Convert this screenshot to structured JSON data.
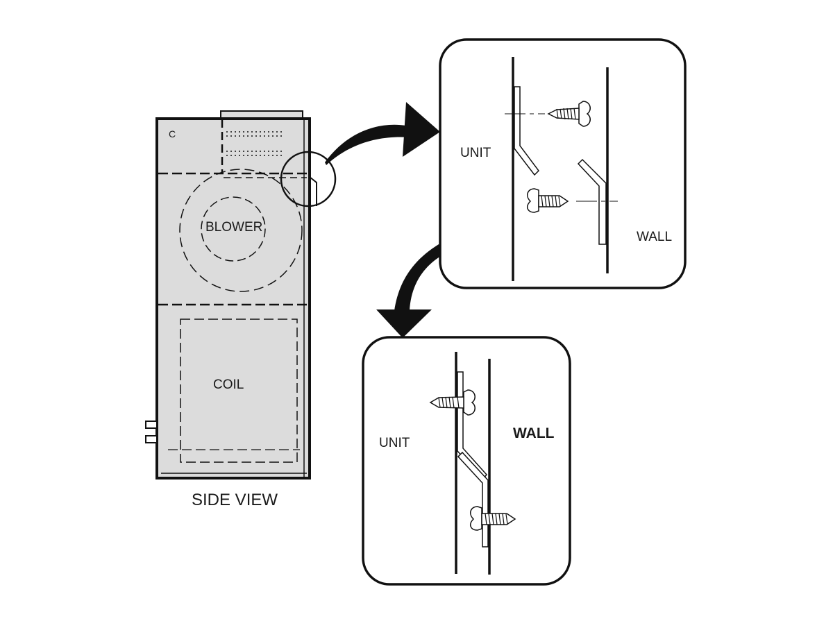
{
  "side_view": {
    "caption": "SIDE VIEW",
    "blower_label": "BLOWER",
    "coil_label": "COIL",
    "corner_mark": "C"
  },
  "detail_top": {
    "unit_label": "UNIT",
    "wall_label": "WALL"
  },
  "detail_bottom": {
    "unit_label": "UNIT",
    "wall_label": "WALL"
  },
  "colors": {
    "stroke": "#111111",
    "cabinet_fill": "#dcdcdc",
    "background": "#ffffff"
  }
}
